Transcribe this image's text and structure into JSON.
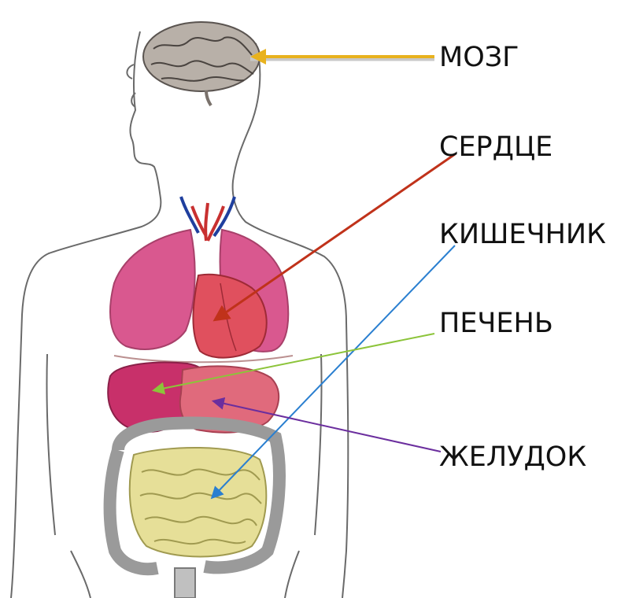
{
  "labels": {
    "brain": "МОЗГ",
    "heart": "СЕРДЦЕ",
    "intestine": "КИШЕЧНИК",
    "liver": "ПЕЧЕНЬ",
    "stomach": "ЖЕЛУДОК"
  },
  "arrow_colors": {
    "brain": "#e8b21e",
    "heart": "#c0321a",
    "intestine": "#2a7fd0",
    "liver": "#8cc43a",
    "stomach": "#6b2e9e"
  },
  "organ_colors": {
    "brain": "#b8b0a8",
    "lungs": "#d9588f",
    "heart": "#e0505e",
    "liver": "#c8306a",
    "stomach": "#e06a7c",
    "intestine": "#e6df98",
    "colon": "#9a9a9a",
    "skin_outline": "#6a6a6a"
  }
}
